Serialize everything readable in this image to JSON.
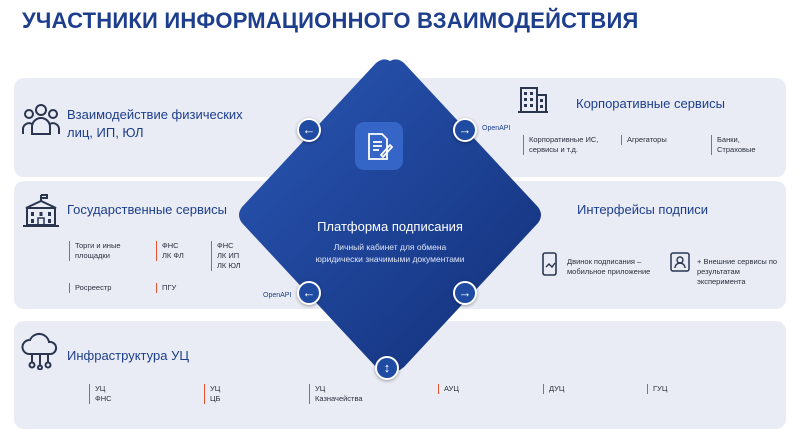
{
  "title": "УЧАСТНИКИ ИНФОРМАЦИОННОГО ВЗАИМОДЕЙСТВИЯ",
  "sections": {
    "individuals": {
      "label": "Взаимодействие физических\nлиц, ИП, ЮЛ",
      "icon": "people-icon"
    },
    "corporate": {
      "label": "Корпоративные сервисы",
      "icon": "building-icon",
      "items": [
        "Корпоративные ИС,\nсервисы и т.д.",
        "Агрегаторы",
        "Банки,\nСтраховые"
      ]
    },
    "government": {
      "label": "Государственные сервисы",
      "icon": "government-building-icon",
      "items": [
        "Торги и иные\nплощадки",
        "ФНС\nЛК ФЛ",
        "ФНС\nЛК ИП\nЛК ЮЛ",
        "Росреестр",
        "ПГУ"
      ]
    },
    "signature": {
      "label": "Интерфейсы подписи",
      "items": [
        "Двинок подписания –\nмобильное приложение",
        "+ Внешние сервисы по\nрезультатам\nэксперимента"
      ]
    },
    "infrastructure": {
      "label": "Инфраструктура УЦ",
      "icon": "cloud-network-icon",
      "items": [
        "УЦ\nФНС",
        "УЦ\nЦБ",
        "УЦ\nКазначейства",
        "АУЦ",
        "ДУЦ",
        "ГУЦ"
      ]
    }
  },
  "platform": {
    "title": "Платформа подписания",
    "subtitle": "Личный кабинет для обмена\nюридически значимыми документами",
    "icon": "document-sign-icon"
  },
  "connectors": {
    "top": "OpenAPI",
    "bottom": "OpenAPI"
  },
  "colors": {
    "brand": "#1d3e8c",
    "diamond": "#1f4ba3",
    "accent": "#e0522d",
    "panel": "#e9ecf5"
  }
}
